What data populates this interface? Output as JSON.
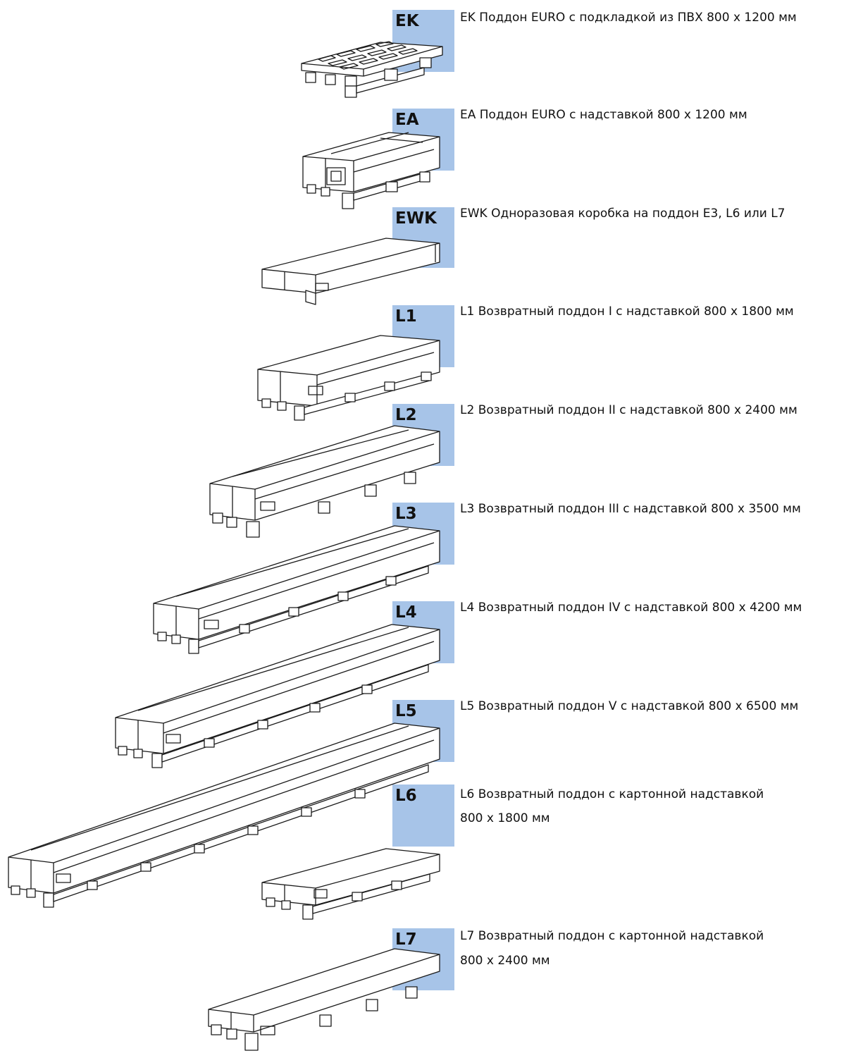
{
  "items": [
    {
      "code": "EK",
      "desc": "EK Поддон  EURO с подкладкой из ПВХ  800 x 1200 мм"
    },
    {
      "code": "EA",
      "desc": "EA Поддон  EURO с надставкой 800 x 1200 мм"
    },
    {
      "code": "EWK",
      "desc": "EWK Одноразовая коробка на поддон E3, L6 или L7"
    },
    {
      "code": "L1",
      "desc": "L1 Возвратный поддон I с надставкой 800 x 1800 мм"
    },
    {
      "code": "L2",
      "desc": "L2 Возвратный поддон II с надставкой 800 x 2400 мм"
    },
    {
      "code": "L3",
      "desc": "L3 Возвратный поддон III с надставкой 800 x 3500 мм"
    },
    {
      "code": "L4",
      "desc": "L4 Возвратный поддон IV с надставкой 800 x 4200 мм"
    },
    {
      "code": "L5",
      "desc": "L5 Возвратный поддон V с надставкой 800 x 6500 мм"
    },
    {
      "code": "L6",
      "desc": "L6 Возвратный поддон  с картонной надставкой",
      "desc2": "800 x 1800 мм"
    },
    {
      "code": "L7",
      "desc": "L7 Возвратный поддон  с картонной надставкой",
      "desc2": "800 x 2400 мм"
    }
  ]
}
